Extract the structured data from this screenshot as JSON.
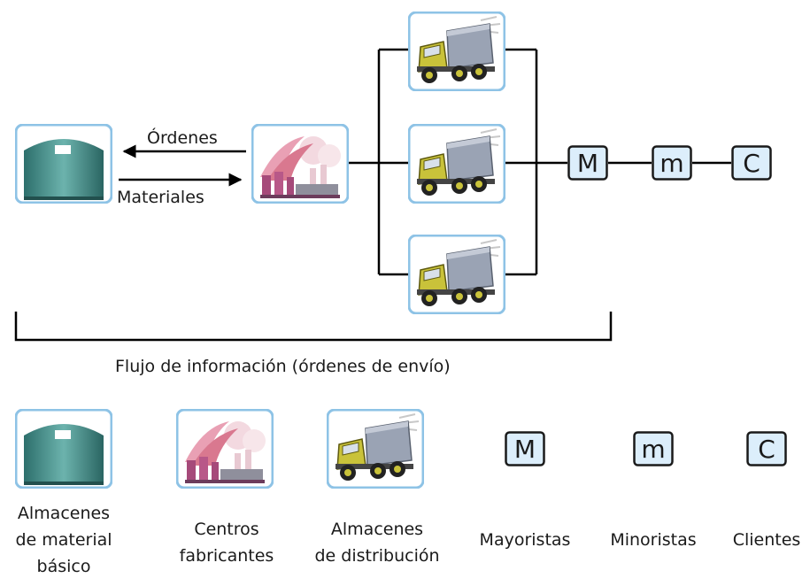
{
  "flow": {
    "orders_label": "Órdenes",
    "materials_label": "Materiales",
    "info_flow_label": "Flujo de información (órdenes de envío)"
  },
  "chain": {
    "mayoristas_letter": "M",
    "minoristas_letter": "m",
    "clientes_letter": "C"
  },
  "legend": {
    "raw_material_warehouse": [
      "Almacenes",
      "de material",
      "básico"
    ],
    "manufacturing_centers": [
      "Centros",
      "fabricantes"
    ],
    "distribution_warehouses": [
      "Almacenes",
      "de distribución"
    ],
    "mayoristas": {
      "letter": "M",
      "label": "Mayoristas"
    },
    "minoristas": {
      "letter": "m",
      "label": "Minoristas"
    },
    "clientes": {
      "letter": "C",
      "label": "Clientes"
    }
  },
  "colors": {
    "icon_frame": "#8ec3e6",
    "icon_bg": "#ffffff",
    "warehouse_teal": "#3f8f8a",
    "factory_pink": "#e9a0b4",
    "truck_cab": "#c9c23a",
    "truck_box": "#9aa3b4",
    "letter_box_bg": "#dceefb"
  },
  "icons": {
    "warehouse": "warehouse-icon",
    "factory": "factory-icon",
    "truck": "truck-icon"
  }
}
